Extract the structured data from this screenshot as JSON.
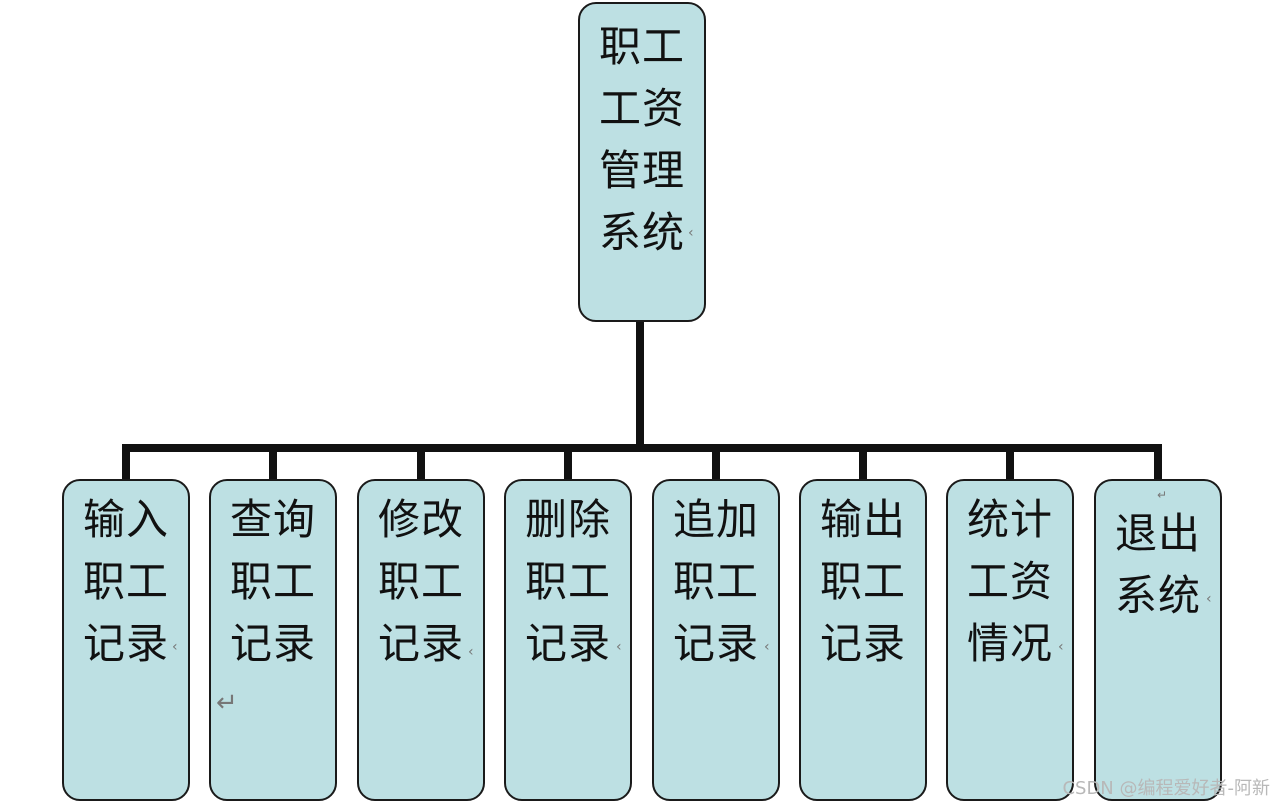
{
  "colors": {
    "node_fill": "#bde0e3",
    "node_border": "#1a1a1a",
    "connector": "#111111"
  },
  "root": {
    "lines": [
      "职工",
      "工资",
      "管理",
      "系统"
    ]
  },
  "children": [
    {
      "lines": [
        "输入",
        "职工",
        "记录"
      ]
    },
    {
      "lines": [
        "查询",
        "职工",
        "记录"
      ]
    },
    {
      "lines": [
        "修改",
        "职工",
        "记录"
      ]
    },
    {
      "lines": [
        "删除",
        "职工",
        "记录"
      ]
    },
    {
      "lines": [
        "追加",
        "职工",
        "记录"
      ]
    },
    {
      "lines": [
        "输出",
        "职工",
        "记录"
      ]
    },
    {
      "lines": [
        "统计",
        "工资",
        "情况"
      ]
    },
    {
      "lines": [
        "退出",
        "系统"
      ]
    }
  ],
  "watermark": "CSDN @编程爱好者-阿新"
}
